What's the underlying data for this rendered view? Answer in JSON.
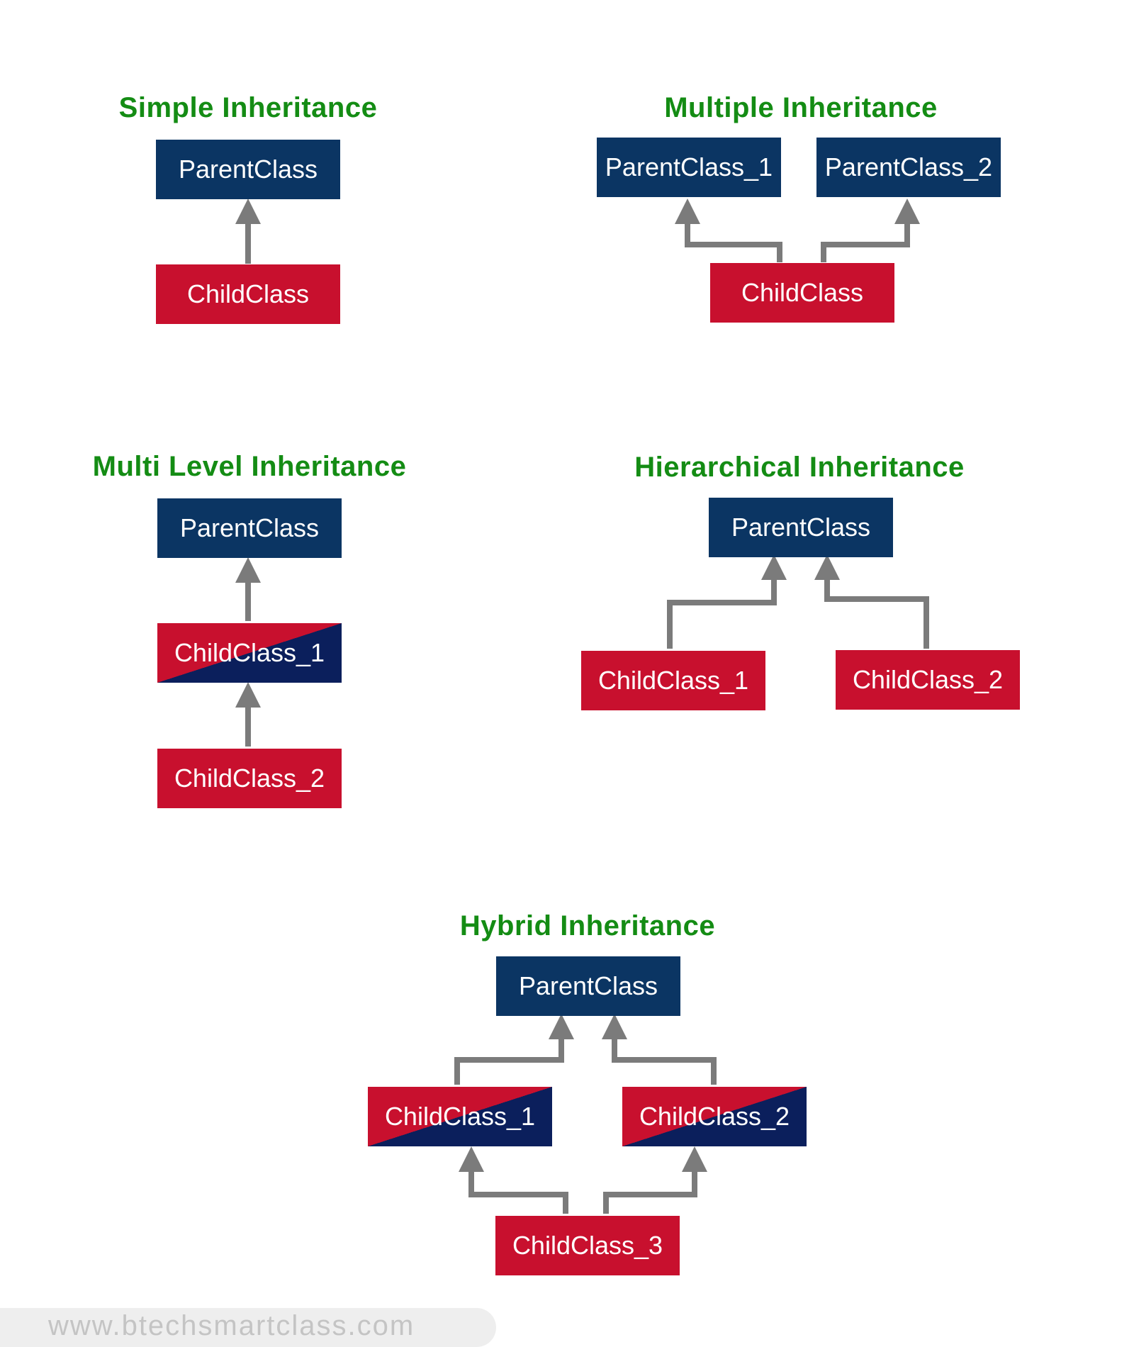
{
  "colors": {
    "title": "#148c14",
    "parent": "#0b3563",
    "child": "#c8102e",
    "mixed_dark": "#0b1f5c",
    "arrow": "#7b7b7b"
  },
  "simple": {
    "title": "Simple Inheritance",
    "parent": "ParentClass",
    "child": "ChildClass"
  },
  "multiple": {
    "title": "Multiple Inheritance",
    "parent1": "ParentClass_1",
    "parent2": "ParentClass_2",
    "child": "ChildClass"
  },
  "multilevel": {
    "title": "Multi Level Inheritance",
    "parent": "ParentClass",
    "child1": "ChildClass_1",
    "child2": "ChildClass_2"
  },
  "hierarchical": {
    "title": "Hierarchical Inheritance",
    "parent": "ParentClass",
    "child1": "ChildClass_1",
    "child2": "ChildClass_2"
  },
  "hybrid": {
    "title": "Hybrid Inheritance",
    "parent": "ParentClass",
    "child1": "ChildClass_1",
    "child2": "ChildClass_2",
    "child3": "ChildClass_3"
  },
  "footer": {
    "url": "www.btechsmartclass.com"
  }
}
